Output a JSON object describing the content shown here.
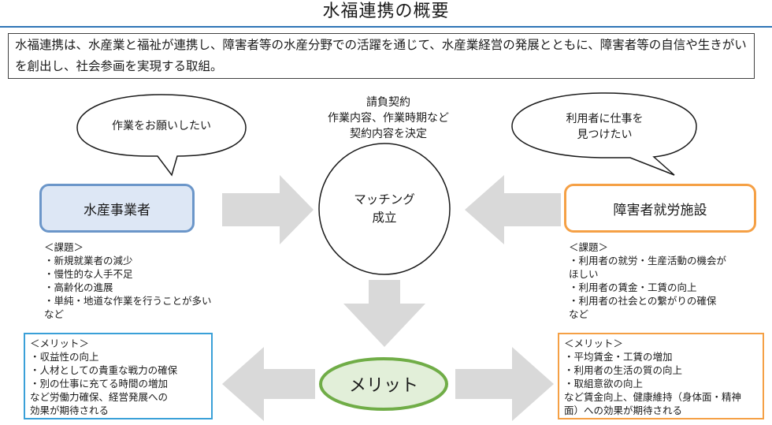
{
  "title": "水福連携の概要",
  "definition": "水福連携は、水産業と福祉が連携し、障害者等の水産分野での活躍を通じて、水産業経営の発展とともに、障害者等の自信や生きがいを創出し、社会参画を実現する取組。",
  "contract": {
    "line1": "請負契約",
    "line2": "作業内容、作業時期など",
    "line3": "契約内容を決定"
  },
  "left_bubble": "作業をお願いしたい",
  "right_bubble": {
    "line1": "利用者に仕事を",
    "line2": "見つけたい"
  },
  "left_actor": "水産事業者",
  "right_actor": "障害者就労施設",
  "matching": {
    "line1": "マッチング",
    "line2": "成立"
  },
  "merit_label": "メリット",
  "left_issues": "＜課題＞\n・新規就業者の減少\n・慢性的な人手不足\n・高齢化の進展\n・単純・地道な作業を行うことが多い\nなど",
  "right_issues": "＜課題＞\n・利用者の就労・生産活動の機会が\nほしい\n・利用者の賃金・工賃の向上\n・利用者の社会との繋がりの確保\nなど",
  "left_merits": "＜メリット＞\n・収益性の向上\n・人材としての貴重な戦力の確保\n・別の仕事に充てる時間の増加\nなど労働力確保、経営発展への\n効果が期待される",
  "right_merits": "＜メリット＞\n・平均賃金・工賃の増加\n・利用者の生活の質の向上\n・取組意欲の向上\nなど賃金向上、健康維持（身体面・精神\n面）への効果が期待される",
  "colors": {
    "title_rule": "#2e75b6",
    "left_actor_border": "#6b96c9",
    "left_actor_fill": "#dde7f5",
    "right_actor_border": "#f5a045",
    "arrow_gray": "#d9d9d9",
    "merit_border": "#70ad47",
    "merit_fill": "#e2efd9",
    "left_merit_border": "#3aa0d8",
    "right_merit_border": "#f5a045"
  }
}
